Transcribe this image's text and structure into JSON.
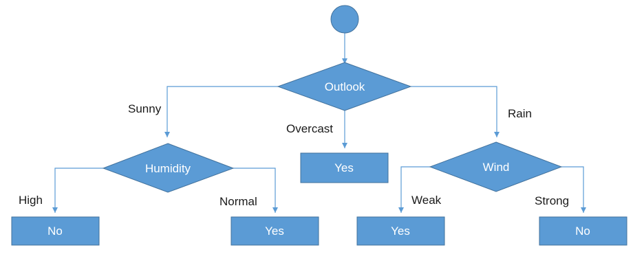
{
  "colors": {
    "node_fill": "#5b9bd5",
    "node_stroke": "#41719c",
    "connector": "#5b9bd5",
    "node_text": "#ffffff",
    "label_text": "#1a1a1a"
  },
  "nodes": {
    "root": {
      "shape": "circle",
      "label": ""
    },
    "outlook": {
      "shape": "diamond",
      "label": "Outlook"
    },
    "humidity": {
      "shape": "diamond",
      "label": "Humidity"
    },
    "wind": {
      "shape": "diamond",
      "label": "Wind"
    },
    "overcast_leaf": {
      "shape": "rectangle",
      "label": "Yes"
    },
    "humidity_high_leaf": {
      "shape": "rectangle",
      "label": "No"
    },
    "humidity_normal_leaf": {
      "shape": "rectangle",
      "label": "Yes"
    },
    "wind_weak_leaf": {
      "shape": "rectangle",
      "label": "Yes"
    },
    "wind_strong_leaf": {
      "shape": "rectangle",
      "label": "No"
    }
  },
  "edges": {
    "outlook_sunny": {
      "from": "Outlook",
      "to": "Humidity",
      "label": "Sunny"
    },
    "outlook_overcast": {
      "from": "Outlook",
      "to": "Yes",
      "label": "Overcast"
    },
    "outlook_rain": {
      "from": "Outlook",
      "to": "Wind",
      "label": "Rain"
    },
    "humidity_high": {
      "from": "Humidity",
      "to": "No",
      "label": "High"
    },
    "humidity_normal": {
      "from": "Humidity",
      "to": "Yes",
      "label": "Normal"
    },
    "wind_weak": {
      "from": "Wind",
      "to": "Yes",
      "label": "Weak"
    },
    "wind_strong": {
      "from": "Wind",
      "to": "No",
      "label": "Strong"
    }
  }
}
